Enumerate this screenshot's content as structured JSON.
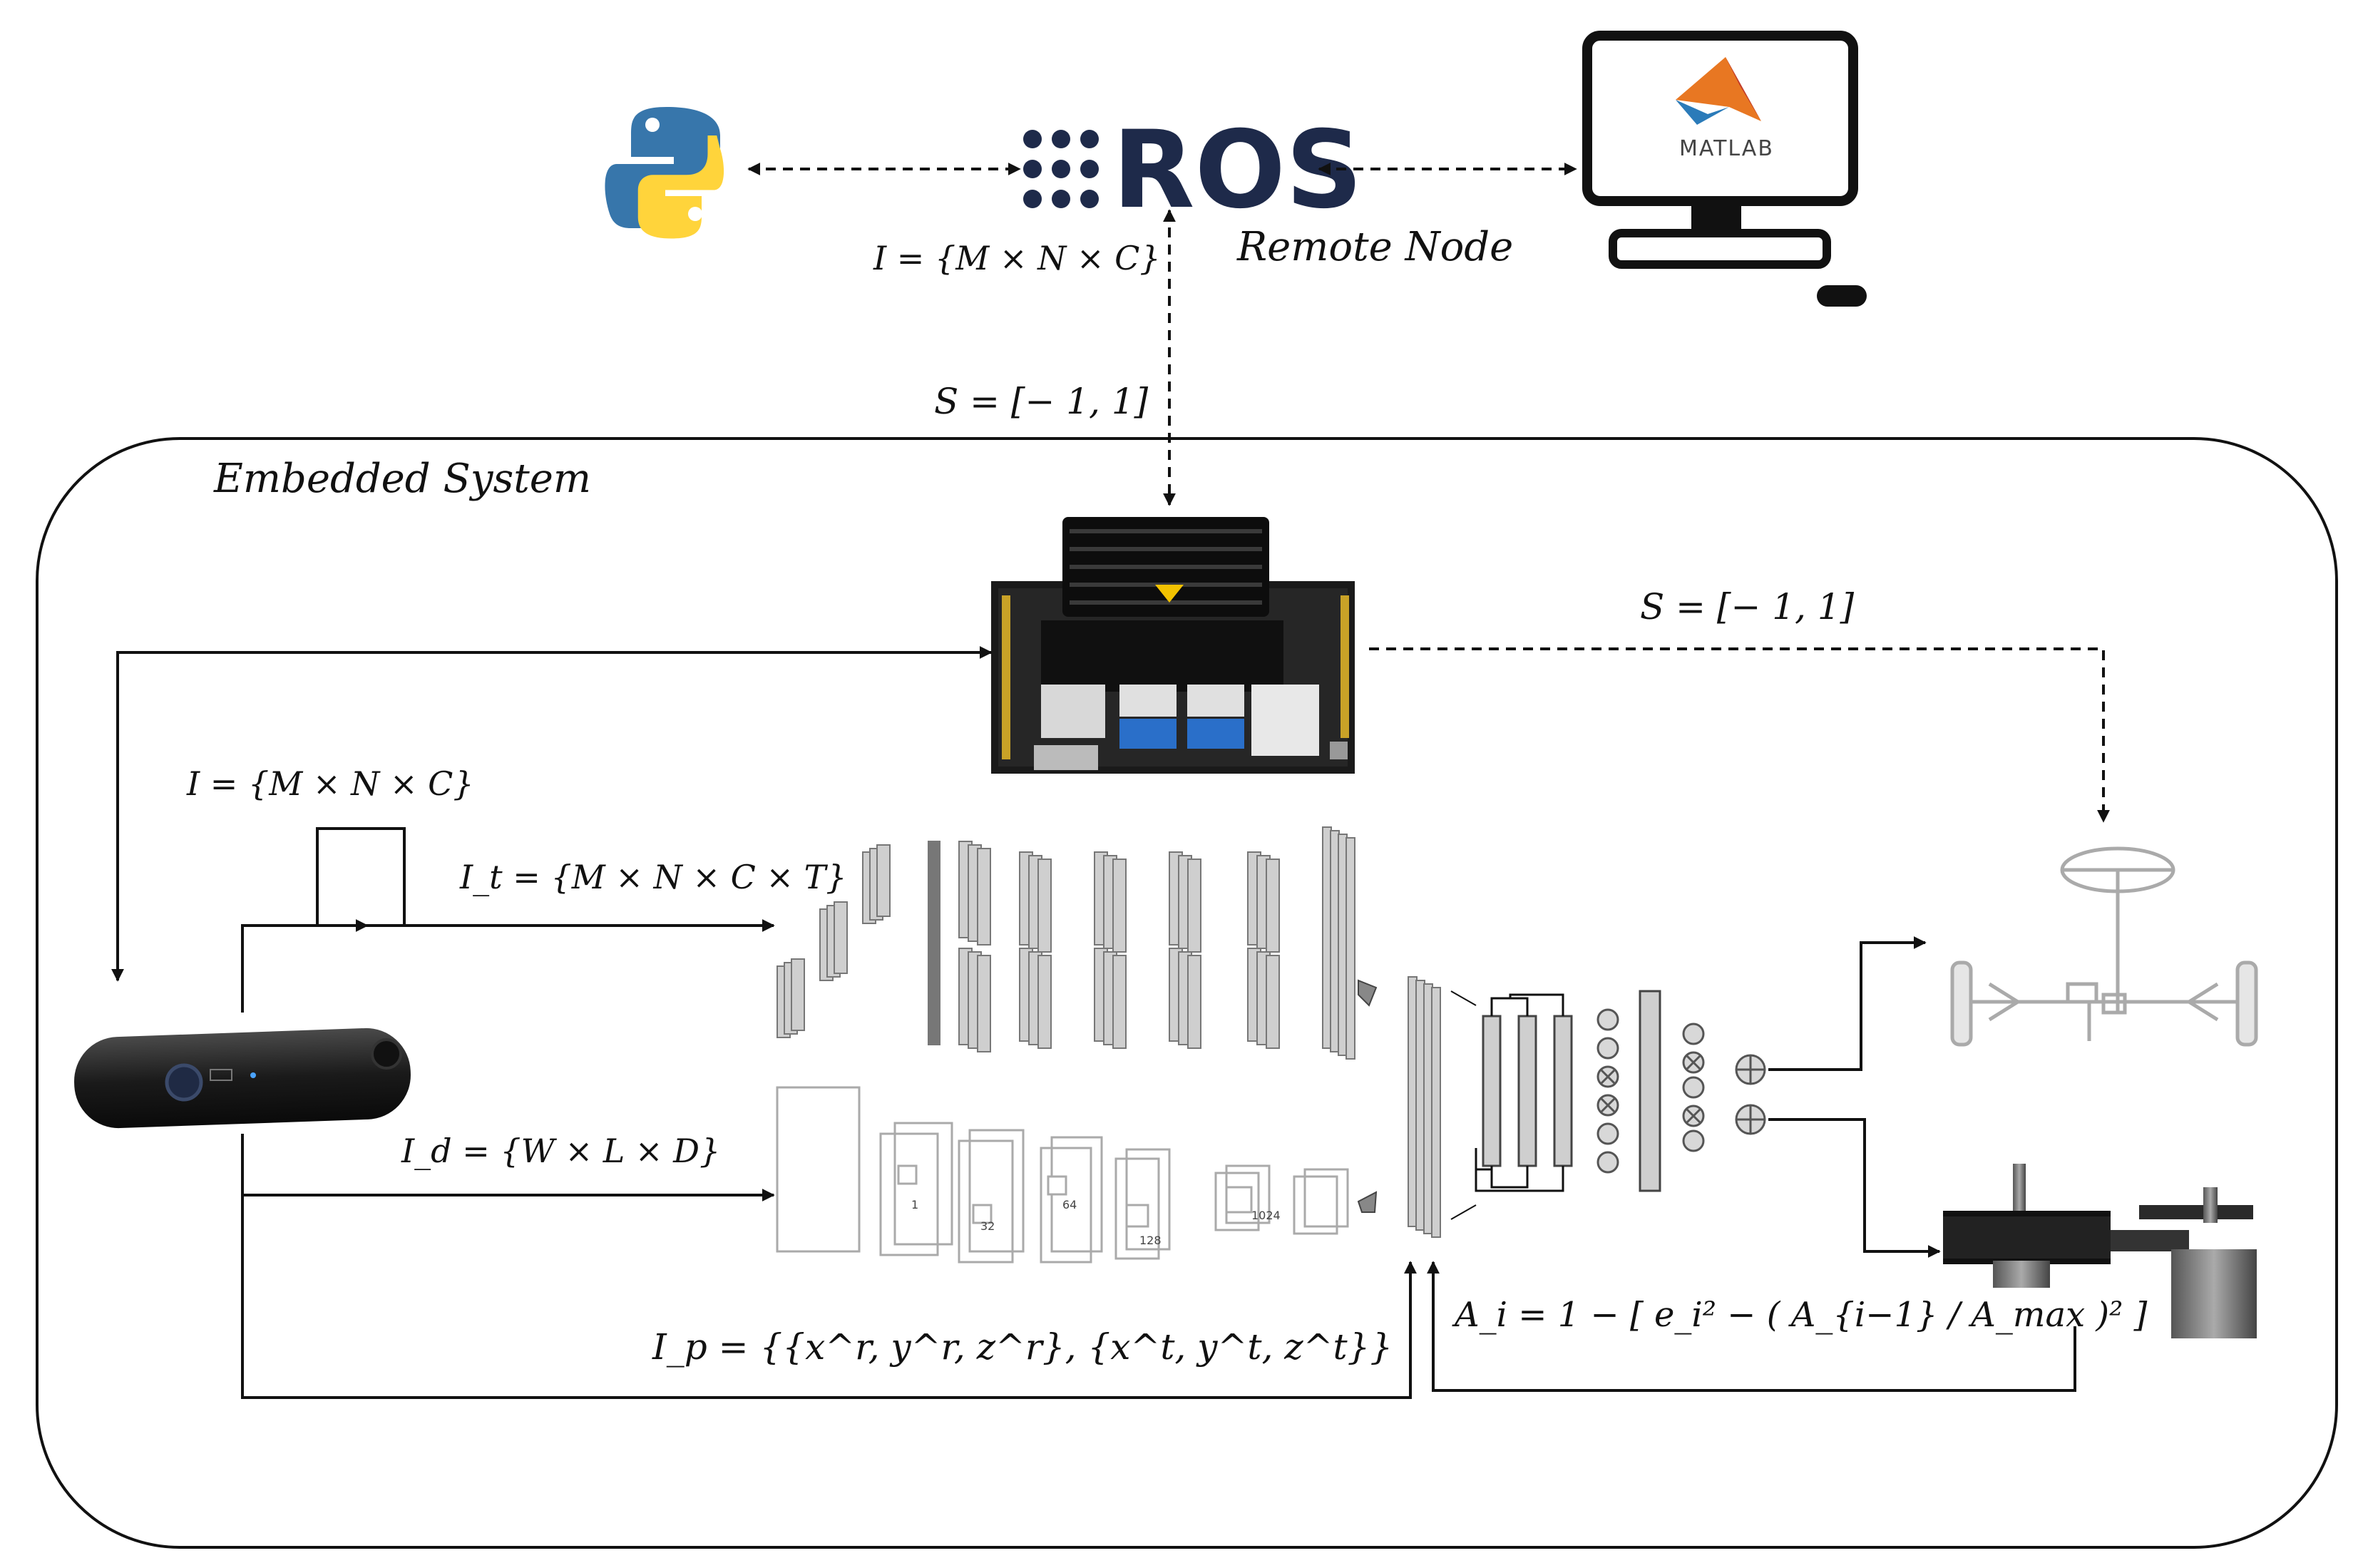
{
  "labels": {
    "ros": "ROS",
    "remote_node": "Remote Node",
    "embedded_system": "Embedded System",
    "matlab": "MATLAB"
  },
  "equations": {
    "image_top": "I = {M × N × C}",
    "steer_top": "S = [− 1, 1]",
    "steer_right": "S = [− 1, 1]",
    "image_left": "I = {M × N × C}",
    "temporal": "I_t = {M × N × C × T}",
    "depth": "I_d = {W × L × D}",
    "pose": "I_p = {{x^r, y^r, z^r}, {x^t, y^t, z^t}}",
    "accel": "A_i = 1 − [ e_i² − ( A_{i−1} / A_max )² ]"
  },
  "cnn_labels": [
    "1",
    "32",
    "64",
    "128",
    "1024"
  ],
  "colors": {
    "python_blue": "#3776ab",
    "python_yellow": "#ffd43b",
    "ros_navy": "#1e2a4a",
    "board_black": "#1a1a1a",
    "usb_blue": "#2a6fc9",
    "matlab_orange": "#e87722"
  }
}
